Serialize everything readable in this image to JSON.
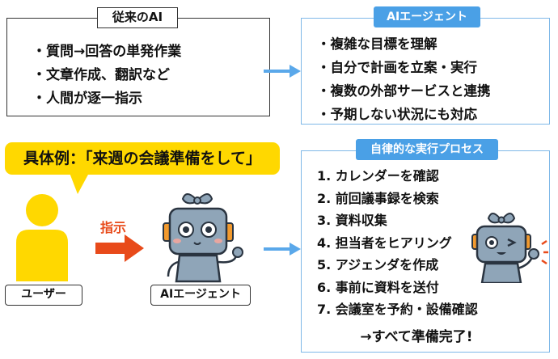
{
  "traditional_ai": {
    "title": "従来のAI",
    "items": [
      "・質問→回答の単発作業",
      "・文章作成、翻訳など",
      "・人間が逐一指示"
    ]
  },
  "ai_agent": {
    "title": "AIエージェント",
    "items": [
      "・複雑な目標を理解",
      "・自分で計画を立案・実行",
      "・複数の外部サービスと連携",
      "・予期しない状況にも対応"
    ]
  },
  "example": {
    "bubble_text": "具体例：「来週の会議準備をして」"
  },
  "user": {
    "label": "ユーザー"
  },
  "instruction": {
    "label": "指示"
  },
  "agent_figure": {
    "label": "AIエージェント"
  },
  "process": {
    "title": "自律的な実行プロセス",
    "steps": [
      "1. カレンダーを確認",
      "2. 前回議事録を検索",
      "3. 資料収集",
      "4. 担当者をヒアリング",
      "5. アジェンダを作成",
      "6. 事前に資料を送付",
      "7. 会議室を予約・設備確認"
    ],
    "result": "→すべて準備完了!"
  },
  "colors": {
    "blue_accent": "#4aa0e6",
    "blue_border": "#7fb8e8",
    "yellow": "#ffd800",
    "red_arrow": "#e84a1a",
    "robot_body": "#8fa5b8"
  }
}
